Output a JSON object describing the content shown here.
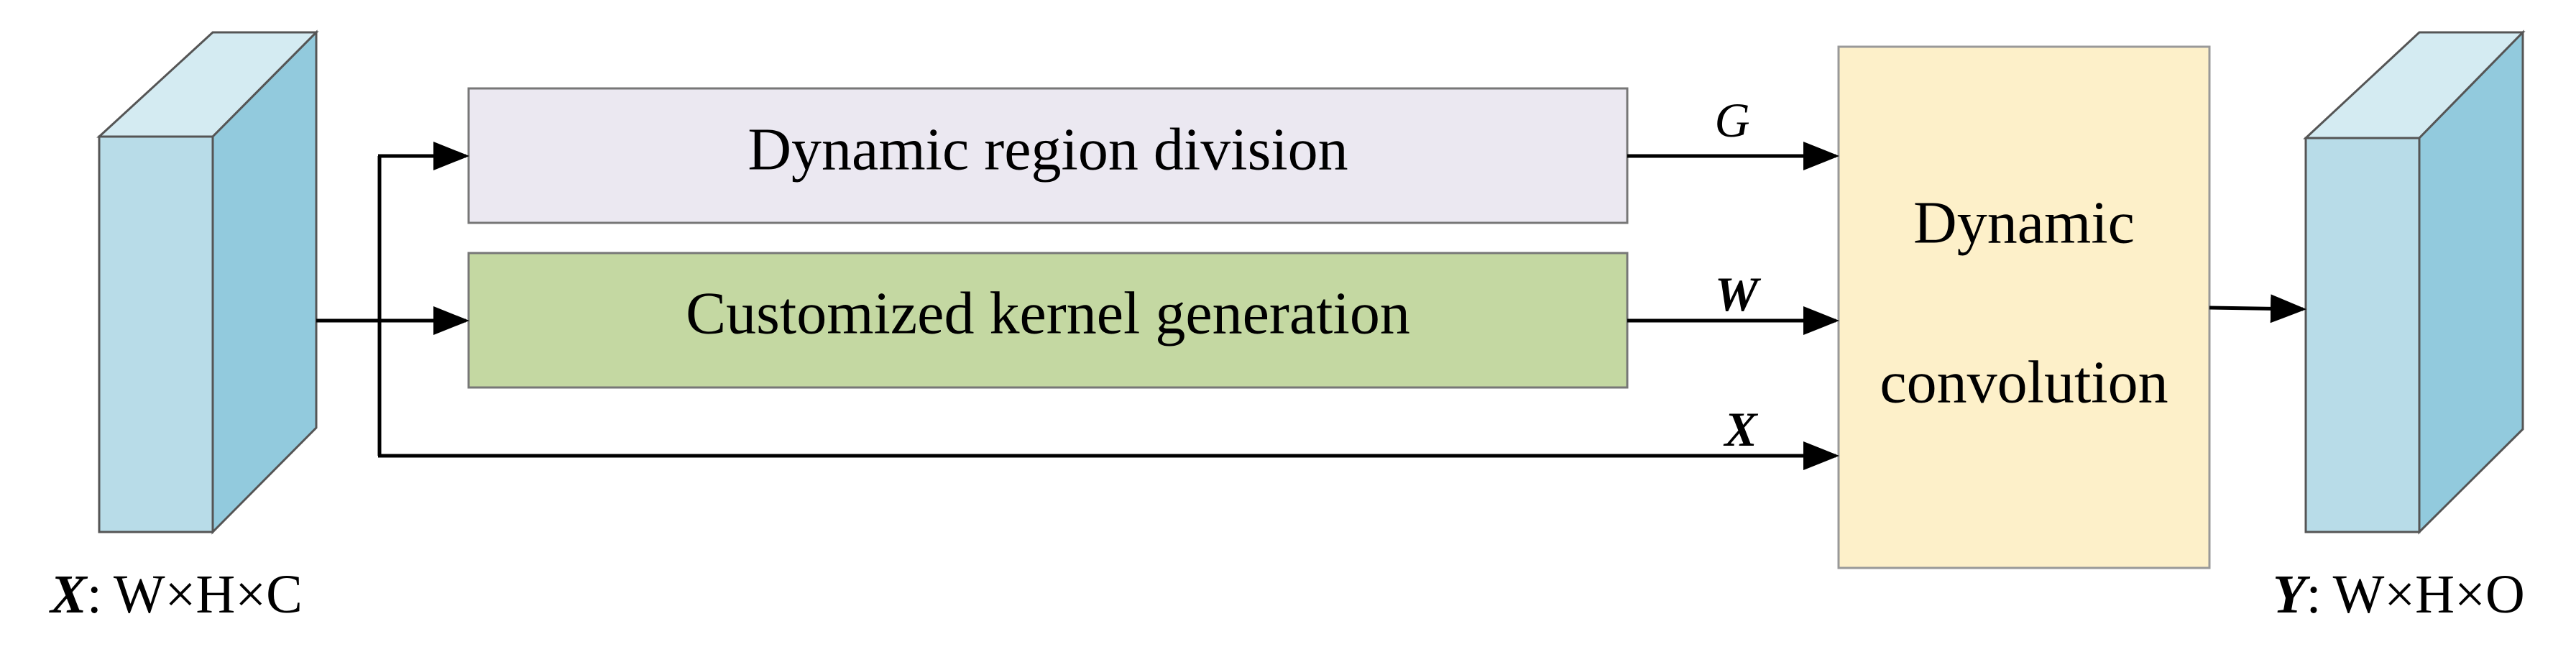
{
  "diagram": {
    "input": {
      "var": "X",
      "sep": ":",
      "dims": "W×H×C"
    },
    "output": {
      "var": "Y",
      "sep": ":",
      "dims": "W×H×O"
    },
    "blocks": {
      "region_division": "Dynamic region division",
      "kernel_generation": "Customized kernel generation",
      "dynamic_conv_line1": "Dynamic",
      "dynamic_conv_line2": "convolution"
    },
    "edge_labels": {
      "g": "G",
      "w": "W",
      "x": "X"
    },
    "colors": {
      "tensor_front": "#b8dce8",
      "tensor_top": "#d4ebf2",
      "tensor_side": "#92cadd",
      "region_division_fill": "#ebe8f1",
      "kernel_generation_fill": "#c4d8a2",
      "dynamic_conv_fill": "#fdf0c9",
      "stroke": "#333333",
      "arrow": "#000000"
    }
  }
}
